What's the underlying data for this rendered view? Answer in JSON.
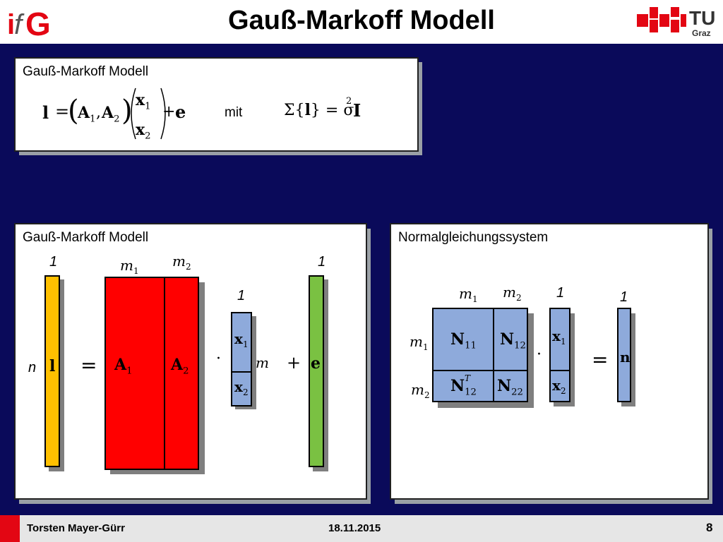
{
  "header": {
    "title": "Gauß-Markoff Modell",
    "logo_left": "ifg-logo",
    "logo_right": "tu-graz-logo",
    "tu_text": "TU",
    "graz_text": "Graz"
  },
  "panel_top": {
    "title": "Gauß-Markoff Modell",
    "mit": "mit",
    "eq_l": "l",
    "eq_A1": "A",
    "eq_A2": "A",
    "eq_x1": "x",
    "eq_x2": "x",
    "eq_e": "e",
    "sigma_I": "I",
    "sub1": "1",
    "sub2": "2",
    "sup2": "2"
  },
  "panel_left": {
    "title": "Gauß-Markoff Modell",
    "one": "1",
    "n": "n",
    "m": "m",
    "l": "l",
    "A": "A",
    "x": "x",
    "e": "e",
    "sub1": "1",
    "sub2": "2"
  },
  "panel_right": {
    "title": "Normalgleichungssystem",
    "one": "1",
    "m": "m",
    "N": "N",
    "x": "x",
    "n": "n",
    "T": "T",
    "sub11": "11",
    "sub12": "12",
    "sub22": "22",
    "sub1": "1",
    "sub2": "2"
  },
  "footer": {
    "author": "Torsten Mayer-Gürr",
    "date": "18.11.2015",
    "page": "8"
  },
  "colors": {
    "background": "#0a0a5a",
    "yellow": "#ffc000",
    "red": "#ff0000",
    "blue": "#8eaadb",
    "green": "#7ac142",
    "brand_red": "#e30613"
  }
}
